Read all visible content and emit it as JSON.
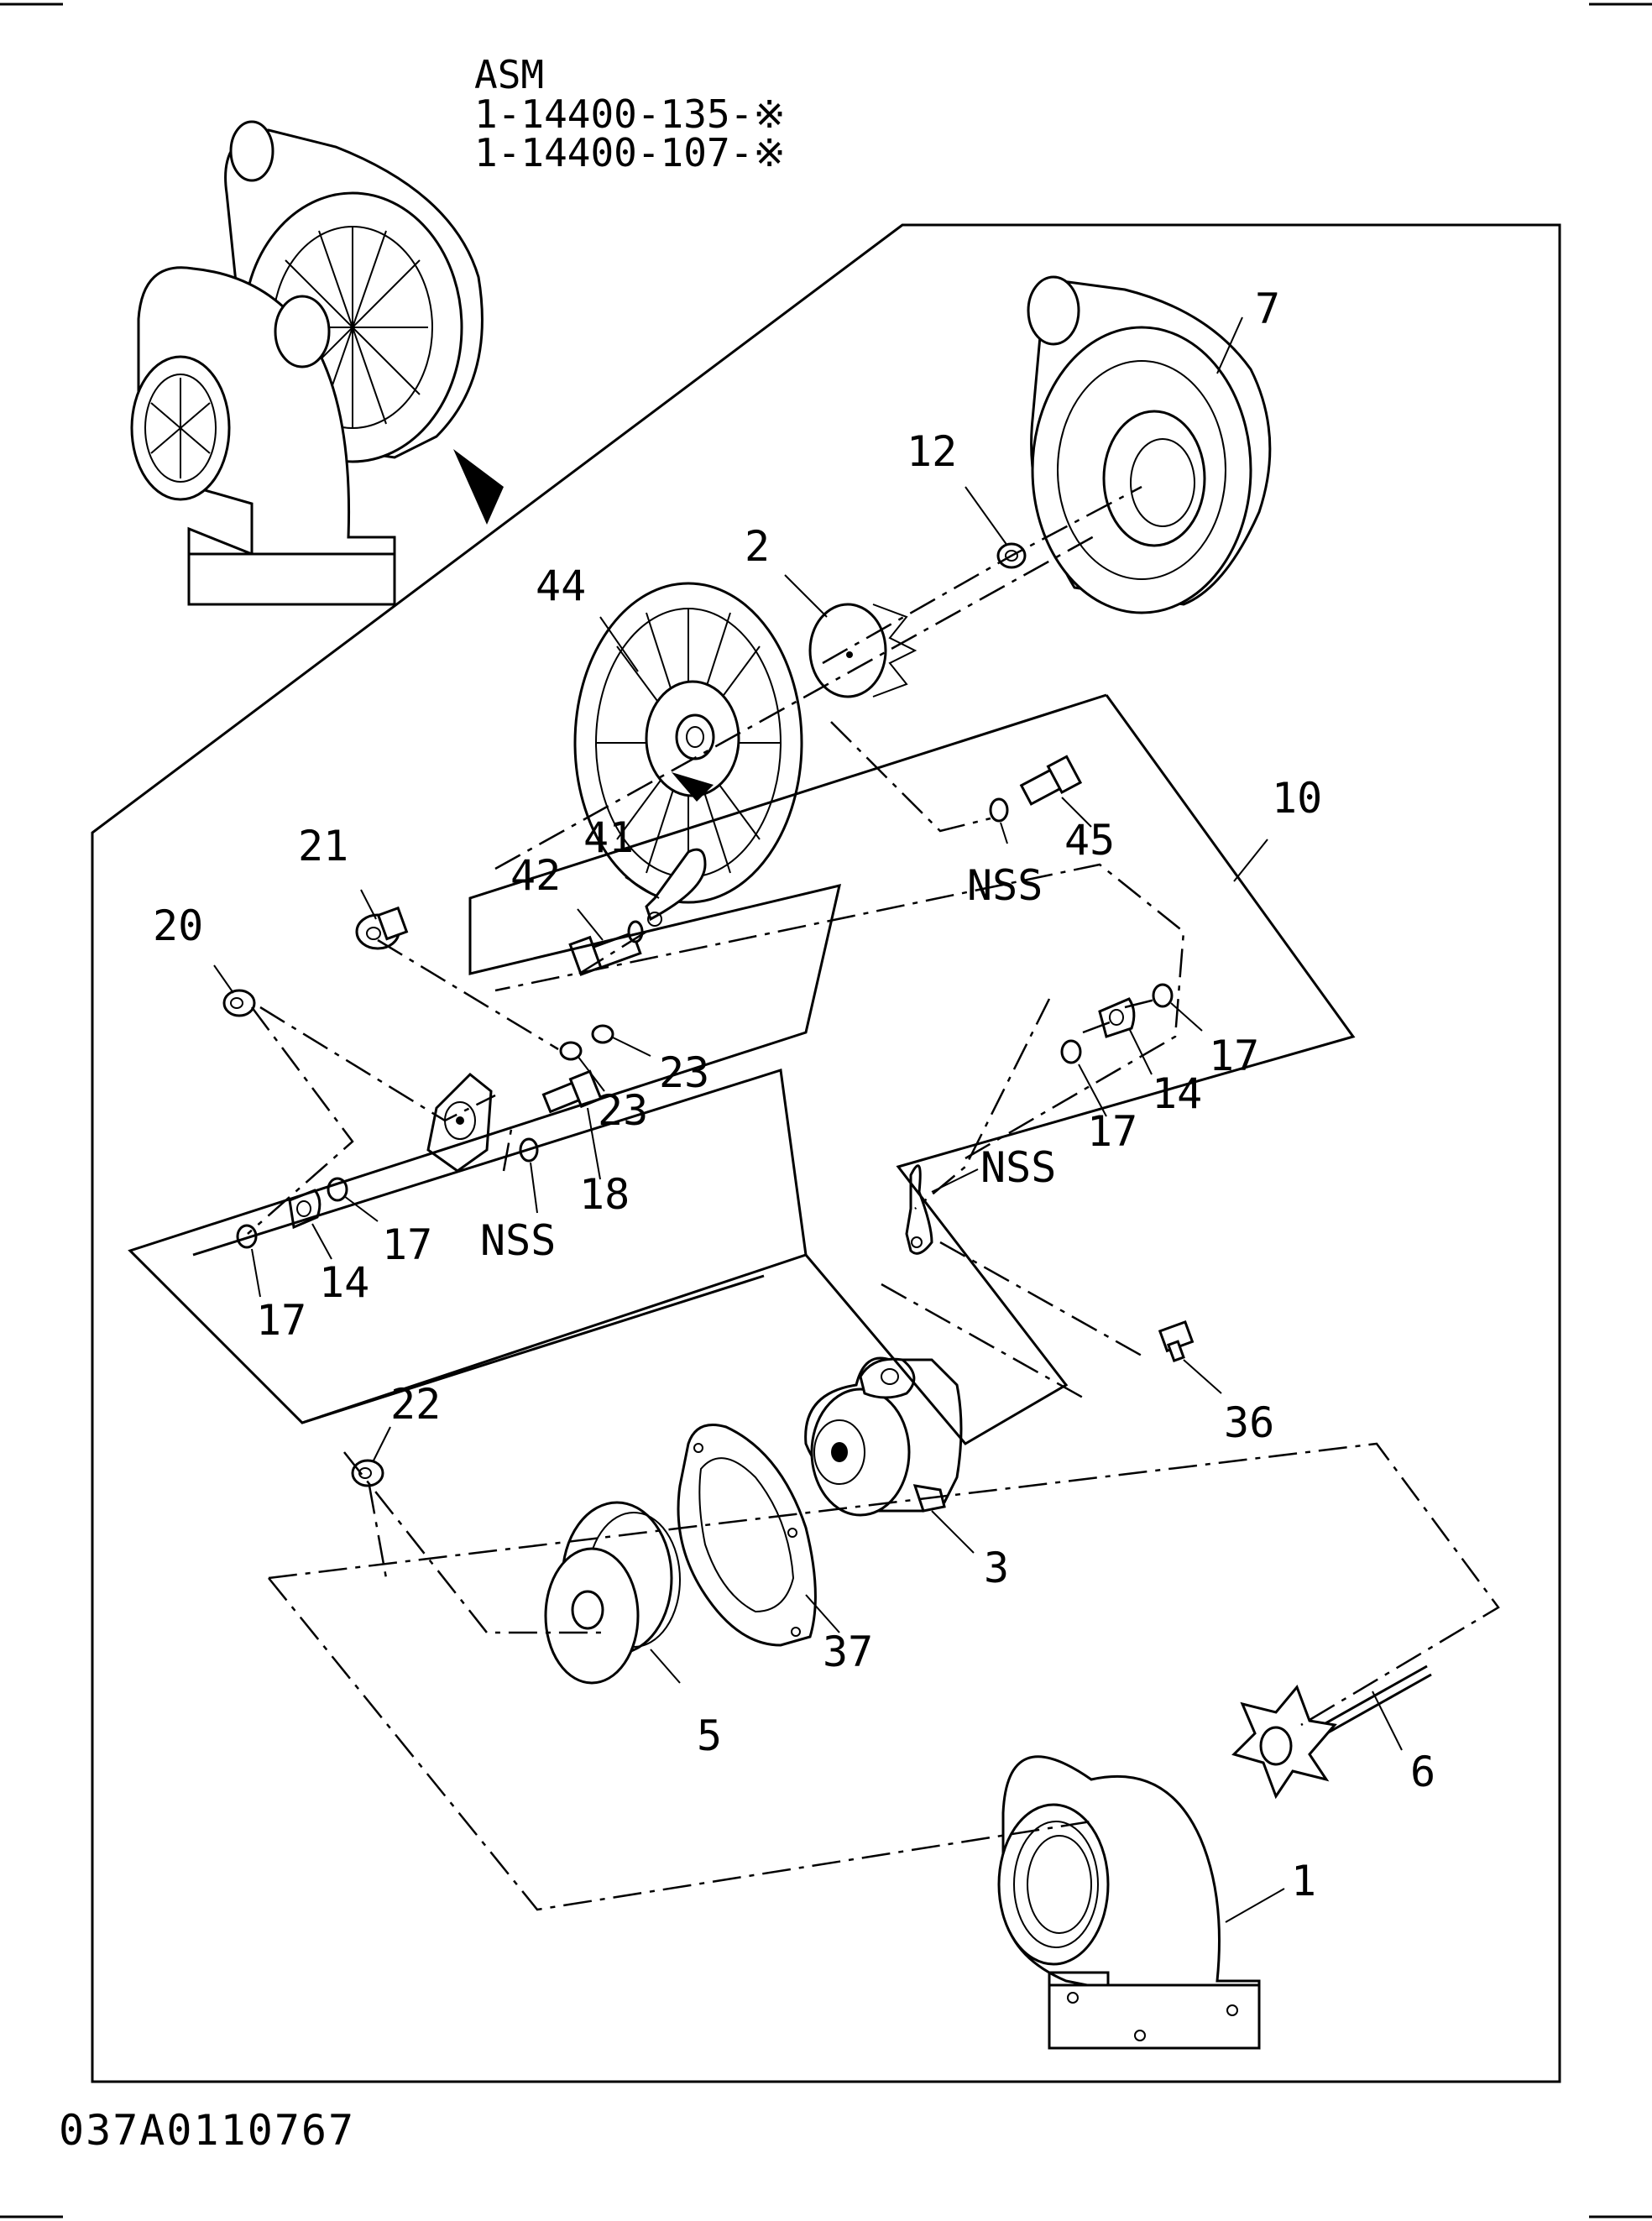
{
  "header": {
    "assembly_label": "ASM",
    "part_numbers": [
      "1-14400-135-※",
      "1-14400-107-※"
    ]
  },
  "reference_code": "037A0110767",
  "callouts": {
    "c7": "7",
    "c12": "12",
    "c2": "2",
    "c44": "44",
    "c10": "10",
    "c45": "45",
    "nss_top": "NSS",
    "c41": "41",
    "c42": "42",
    "c21": "21",
    "c20": "20",
    "c23a": "23",
    "c23b": "23",
    "c18": "18",
    "nss_left": "NSS",
    "c17a": "17",
    "c14a": "14",
    "c17b": "17",
    "c17c": "17",
    "c14b": "14",
    "c17d": "17",
    "nss_right": "NSS",
    "c36": "36",
    "c22": "22",
    "c3": "3",
    "c37": "37",
    "c5": "5",
    "c6": "6",
    "c1": "1"
  }
}
